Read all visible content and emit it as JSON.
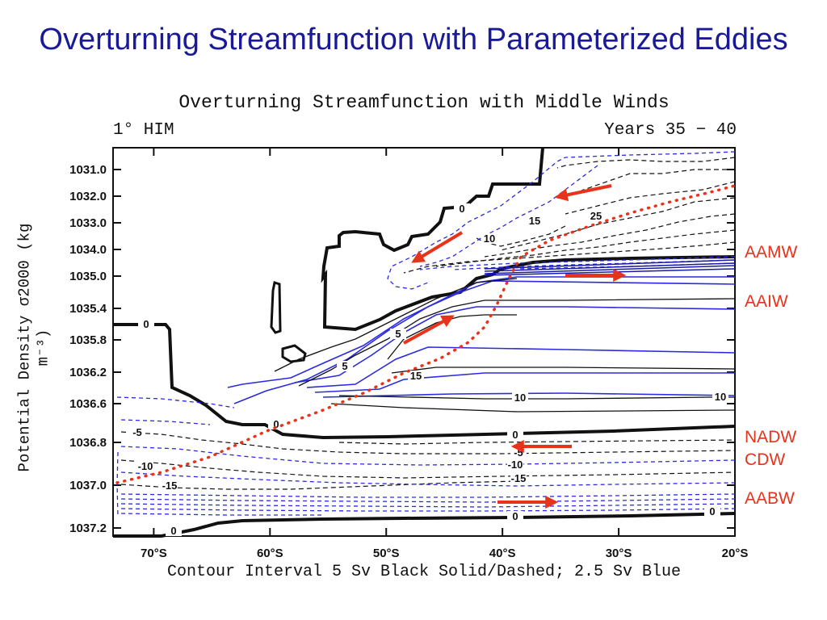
{
  "slide": {
    "title": "Overturning Streamfunction with Parameterized Eddies"
  },
  "chart_data": {
    "type": "contour",
    "title": "Overturning Streamfunction with Middle Winds",
    "model_label": "1° HIM",
    "years_label": "Years 35 − 40",
    "xlabel": "",
    "ylabel": "Potential Density σ2000 (kg m⁻³)",
    "caption": "Contour Interval 5 Sv Black Solid/Dashed; 2.5 Sv Blue",
    "x_ticks": [
      "70°S",
      "60°S",
      "50°S",
      "40°S",
      "30°S",
      "20°S"
    ],
    "x_values": [
      -70,
      -60,
      -50,
      -40,
      -30,
      -20
    ],
    "y_ticks": [
      "1031.0",
      "1032.0",
      "1033.0",
      "1034.0",
      "1035.0",
      "1035.4",
      "1035.8",
      "1036.2",
      "1036.6",
      "1036.8",
      "1037.0",
      "1037.2"
    ],
    "contour_labels": [
      "0",
      "0",
      "0",
      "0",
      "0",
      "0",
      "0",
      "5",
      "5",
      "10",
      "10",
      "10",
      "15",
      "15",
      "25",
      "-5",
      "-10",
      "-15",
      "-10",
      "-15",
      "-5"
    ],
    "colors": {
      "black_contour": "#111111",
      "blue_contour": "#2a2ae0",
      "annotation": "#e8321a"
    },
    "water_mass_labels": [
      {
        "name": "AAMW"
      },
      {
        "name": "AAIW"
      },
      {
        "name": "NADW"
      },
      {
        "name": "CDW"
      },
      {
        "name": "AABW"
      }
    ],
    "legend": "none",
    "grid": false
  }
}
